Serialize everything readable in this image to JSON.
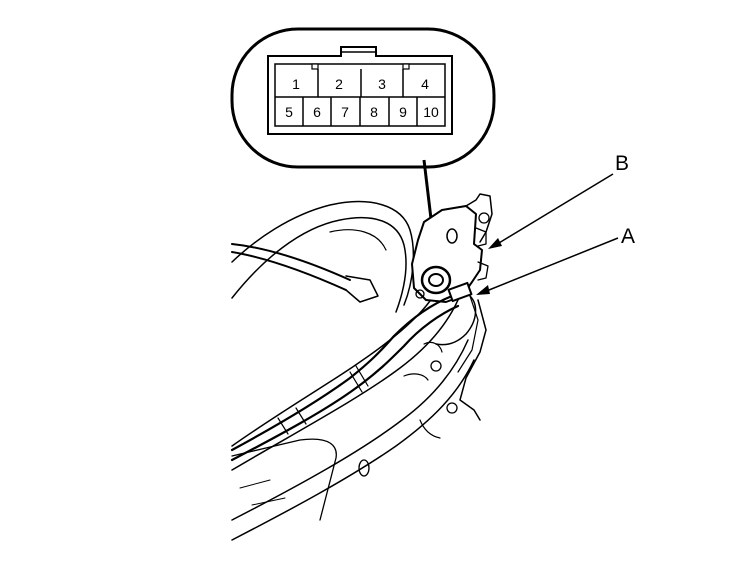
{
  "connector": {
    "row1": [
      "1",
      "2",
      "3",
      "4"
    ],
    "row2": [
      "5",
      "6",
      "7",
      "8",
      "9",
      "10"
    ]
  },
  "callouts": {
    "b": "B",
    "a": "A"
  }
}
